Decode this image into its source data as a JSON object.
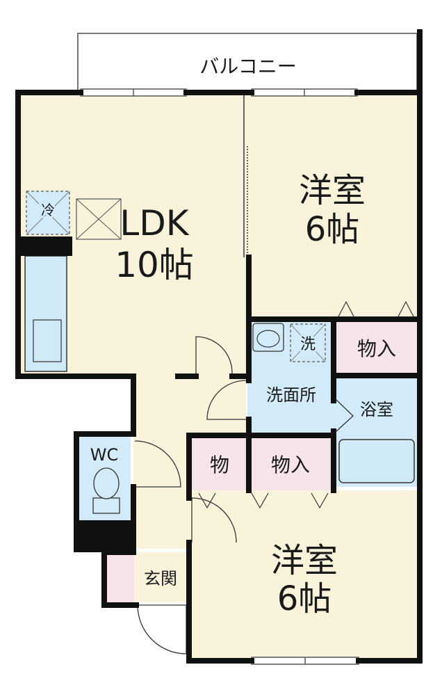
{
  "colors": {
    "wall": "#111111",
    "floor": "#faf3dc",
    "wet": "#d3ebf8",
    "storage": "#f7e3ea",
    "balcony_line": "#777777",
    "fixture": "#cfe9f7"
  },
  "balcony": {
    "label": "バルコニー"
  },
  "ldk": {
    "name": "LDK",
    "size": "10帖"
  },
  "west_room": {
    "name": "洋室",
    "size": "6帖"
  },
  "south_room": {
    "name": "洋室",
    "size": "6帖"
  },
  "fridge": {
    "label": "冷"
  },
  "washer": {
    "label": "洗"
  },
  "closet_top": {
    "label": "物入"
  },
  "washroom": {
    "label": "洗面所"
  },
  "bath": {
    "label": "浴室"
  },
  "toilet": {
    "label": "WC"
  },
  "closet_small": {
    "label": "物"
  },
  "closet_mid": {
    "label": "物入"
  },
  "entrance": {
    "label": "玄関"
  }
}
